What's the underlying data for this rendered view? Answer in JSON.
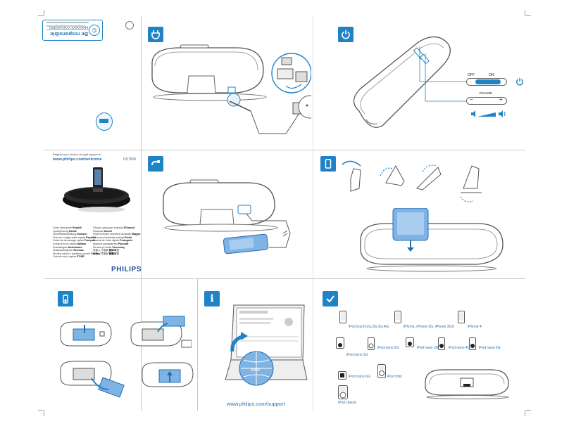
{
  "cover": {
    "register_text": "Register your product and get support at",
    "url_welcome": "www.philips.com/welcome",
    "model": "DS7600",
    "brand": "PHILIPS",
    "languages_left": [
      {
        "name": "Quick start guide",
        "lang": "English"
      },
      {
        "name": "Lynvejledning",
        "lang": "Dansk"
      },
      {
        "name": "Schnellstartanleitung",
        "lang": "Deutsch"
      },
      {
        "name": "Guía de configuración rápida",
        "lang": "Español"
      },
      {
        "name": "Guide de démarrage rapide",
        "lang": "Français"
      },
      {
        "name": "Guida di avvio rapido",
        "lang": "Italiano"
      },
      {
        "name": "Snelstartgids",
        "lang": "Nederlands"
      },
      {
        "name": "Snabbstartsguide",
        "lang": "Svenska"
      },
      {
        "name": "Stručný návod k rychlému použití",
        "lang": "Čeština"
      },
      {
        "name": "Guia de início rápido",
        "lang": "PT-BR"
      }
    ],
    "languages_right": [
      {
        "name": "Οδηγός γρήγορης έναρξης",
        "lang": "Ελληνικά"
      },
      {
        "name": "Pikaopas",
        "lang": "Suomi"
      },
      {
        "name": "Rövid üzembe helyezési útmutató",
        "lang": "Magyar"
      },
      {
        "name": "Skrócona instrukcja obsługi",
        "lang": "Polski"
      },
      {
        "name": "Manual de início rápido",
        "lang": "Português"
      },
      {
        "name": "Краткое руководство",
        "lang": "Русский"
      },
      {
        "name": "Stručná príručka",
        "lang": "Slovensky"
      },
      {
        "name": "快速入门指南",
        "lang": "简体中文"
      },
      {
        "name": "快速入門指南",
        "lang": "繁體中文"
      }
    ]
  },
  "copyright": {
    "headline": "Be responsible",
    "subline": "Respect copyrights"
  },
  "power_panel": {
    "off_label": "OFF",
    "on_label": "ON",
    "volume_label": "VOLUME",
    "minus": "−",
    "plus": "+"
  },
  "support_url": "www.philips.com/support",
  "compat": {
    "row1": [
      "iPod touch(1G,2G,3G,4G)",
      "iPhone, iPhone 3G, iPhone 3GS",
      "iPhone 4"
    ],
    "row2": [
      "iPod nano 1G",
      "iPod nano 2G",
      "iPod nano 3G",
      "iPod nano 4G",
      "iPod nano 5G"
    ],
    "row3": [
      "iPod nano 6G",
      "iPod mini"
    ],
    "row4": [
      "iPod classic"
    ]
  },
  "colors": {
    "accent": "#1f83c6",
    "line": "#555555",
    "fill_blue": "#7fb3e3"
  }
}
